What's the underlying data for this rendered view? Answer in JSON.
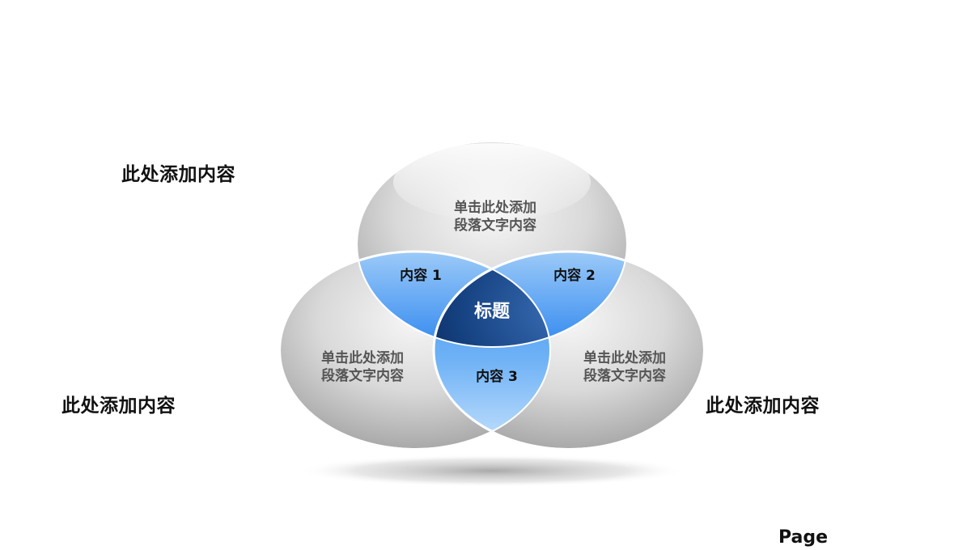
{
  "diagram": {
    "center_title": "标题",
    "overlaps": [
      {
        "label": "内容 1"
      },
      {
        "label": "内容 2"
      },
      {
        "label": "内容 3"
      }
    ],
    "circles": [
      {
        "line1": "单击此处添加",
        "line2": "段落文字内容"
      },
      {
        "line1": "单击此处添加",
        "line2": "段落文字内容"
      },
      {
        "line1": "单击此处添加",
        "line2": "段落文字内容"
      }
    ],
    "side_labels": {
      "top": "此处添加内容",
      "left": "此处添加内容",
      "right": "此处添加内容"
    },
    "footer": "Page",
    "colors": {
      "circle_gray": "#c8c8c8",
      "overlap_blue": "#2f86e8",
      "center_navy": "#0b2c66"
    }
  }
}
